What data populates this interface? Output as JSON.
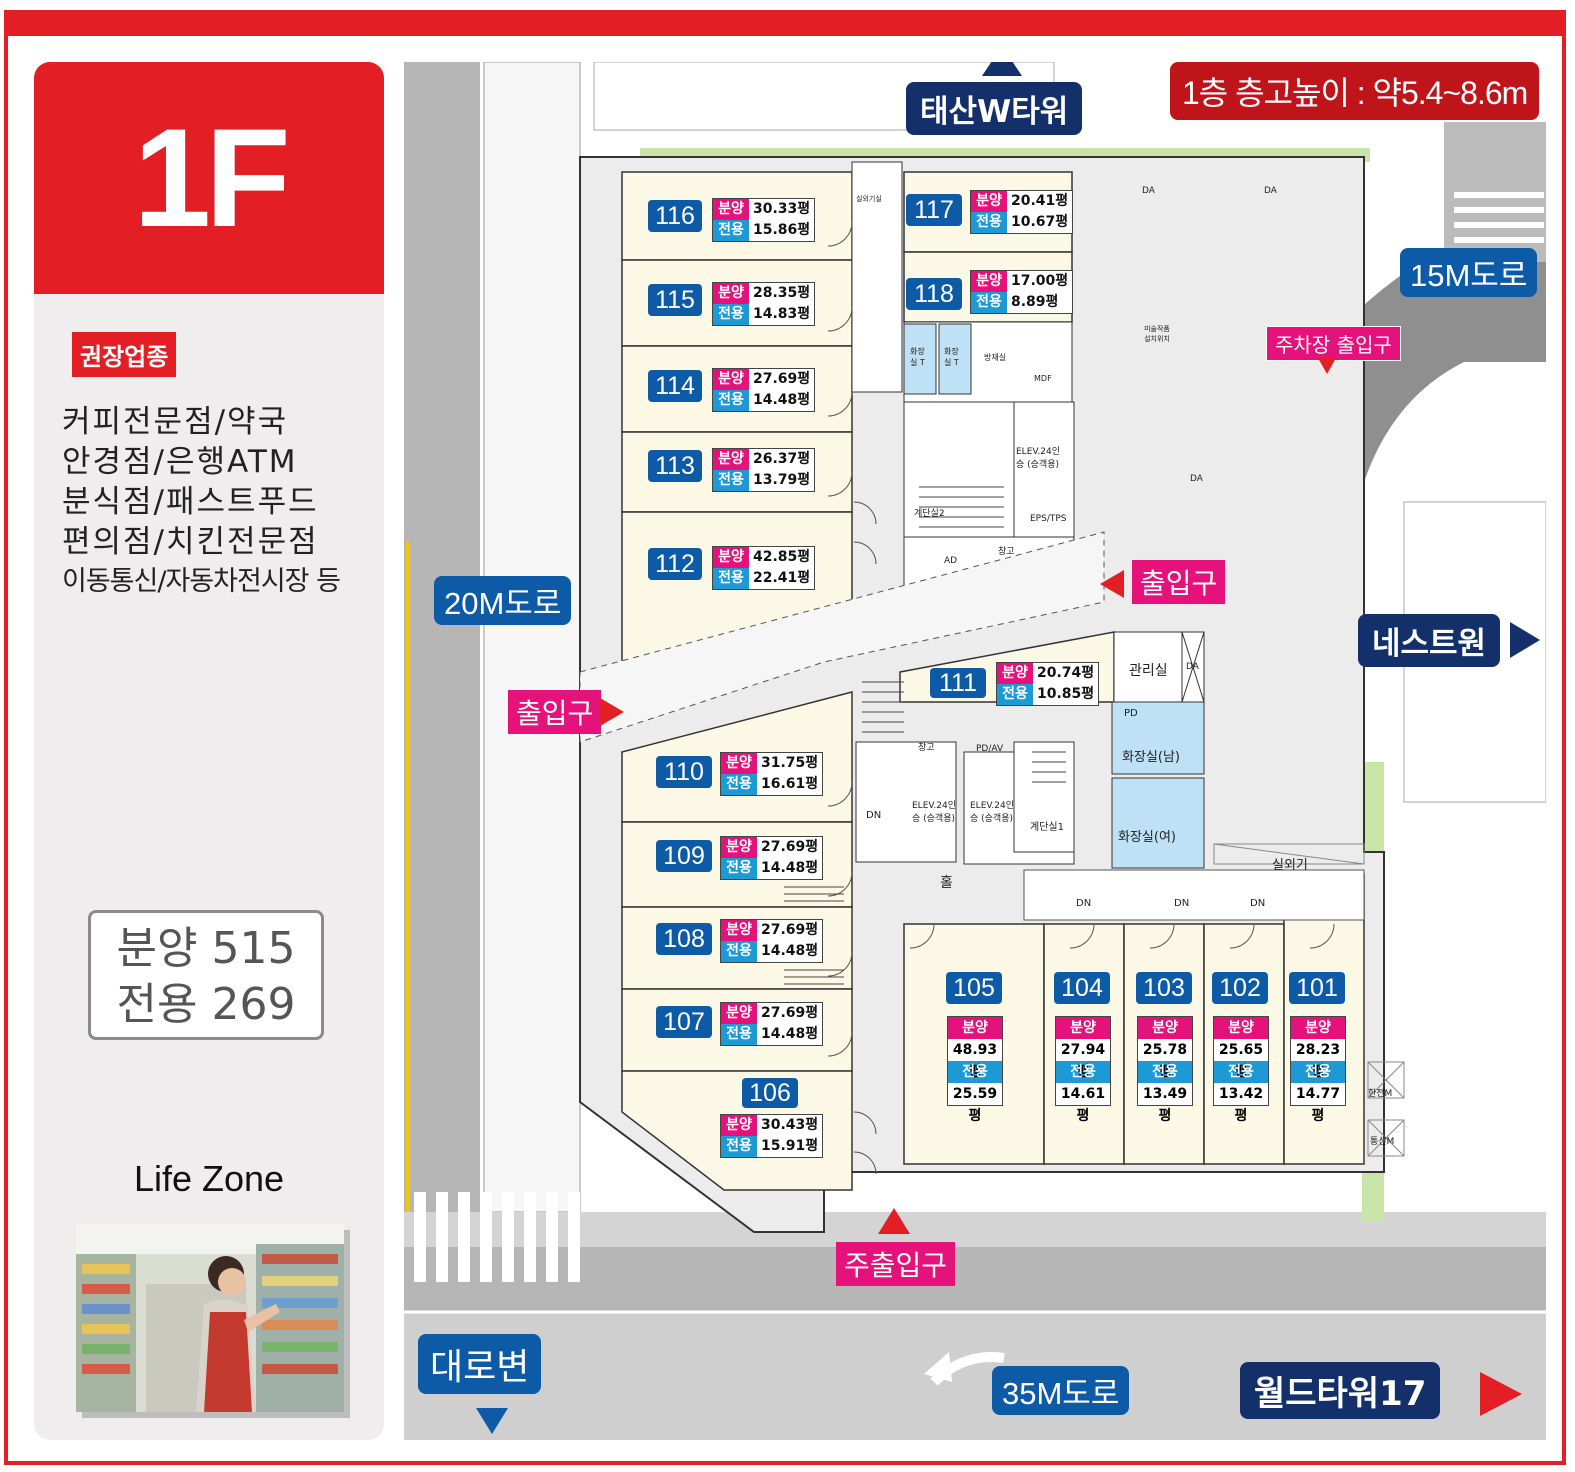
{
  "floor": "1F",
  "recommended": {
    "badge": "권장업종",
    "lines": [
      "커피전문점/약국",
      "안경점/은행ATM",
      "분식점/패스트푸드",
      "편의점/치킨전문점",
      "이동통신/자동차전시장 등"
    ]
  },
  "totals": {
    "sale": "분양 515",
    "use": "전용 269"
  },
  "life_zone": "Life Zone",
  "height": "1층 층고높이 : 약5.4~8.6m",
  "labels": {
    "sale": "분양",
    "use": "전용"
  },
  "units": [
    {
      "no": "116",
      "sale": "30.33평",
      "use": "15.86평"
    },
    {
      "no": "115",
      "sale": "28.35평",
      "use": "14.83평"
    },
    {
      "no": "114",
      "sale": "27.69평",
      "use": "14.48평"
    },
    {
      "no": "113",
      "sale": "26.37평",
      "use": "13.79평"
    },
    {
      "no": "112",
      "sale": "42.85평",
      "use": "22.41평"
    },
    {
      "no": "117",
      "sale": "20.41평",
      "use": "10.67평"
    },
    {
      "no": "118",
      "sale": "17.00평",
      "use": "8.89평"
    },
    {
      "no": "111",
      "sale": "20.74평",
      "use": "10.85평"
    },
    {
      "no": "110",
      "sale": "31.75평",
      "use": "16.61평"
    },
    {
      "no": "109",
      "sale": "27.69평",
      "use": "14.48평"
    },
    {
      "no": "108",
      "sale": "27.69평",
      "use": "14.48평"
    },
    {
      "no": "107",
      "sale": "27.69평",
      "use": "14.48평"
    },
    {
      "no": "106",
      "sale": "30.43평",
      "use": "15.91평"
    },
    {
      "no": "105",
      "sale": "48.93평",
      "use": "25.59평"
    },
    {
      "no": "104",
      "sale": "27.94평",
      "use": "14.61평"
    },
    {
      "no": "103",
      "sale": "25.78평",
      "use": "13.49평"
    },
    {
      "no": "102",
      "sale": "25.65평",
      "use": "13.42평"
    },
    {
      "no": "101",
      "sale": "28.23평",
      "use": "14.77평"
    }
  ],
  "roads": {
    "r20": "20M도로",
    "r15": "15M도로",
    "r35": "35M도로",
    "main": "대로변"
  },
  "buildings": {
    "north": "태산W타워",
    "east": "네스트원",
    "southeast": "월드타워17"
  },
  "entrances": {
    "west": "출입구",
    "east": "출입구",
    "main": "주출입구",
    "parking": "주차장 출입구"
  },
  "rooms": {
    "management": "관리실",
    "restroom_m": "화장실(남)",
    "restroom_f": "화장실(여)",
    "hall": "홀",
    "outdoor": "실외기",
    "stair1": "계단실1",
    "stair2": "계단실2",
    "eps": "EPS/TPS",
    "elev": "ELEV.24인승 (승객용)",
    "storage": "창고",
    "pdav": "PD/AV",
    "mdf": "MDF",
    "dn": "DN",
    "da": "DA",
    "ad": "AD",
    "pd": "PD",
    "hanjeon": "한전M",
    "tongsin": "통신M",
    "wc": "화장실 T",
    "bangjae": "방재실",
    "outdoor_small": "실외기실",
    "sculpture": "미술작품 설치위치"
  },
  "colors": {
    "red": "#e31e24",
    "navy": "#14306b",
    "blue": "#0d5aa7",
    "pink": "#e4127a",
    "cyan": "#1d9ad6",
    "unit_fill": "#fbf9e6",
    "green": "#c9e6a8"
  }
}
